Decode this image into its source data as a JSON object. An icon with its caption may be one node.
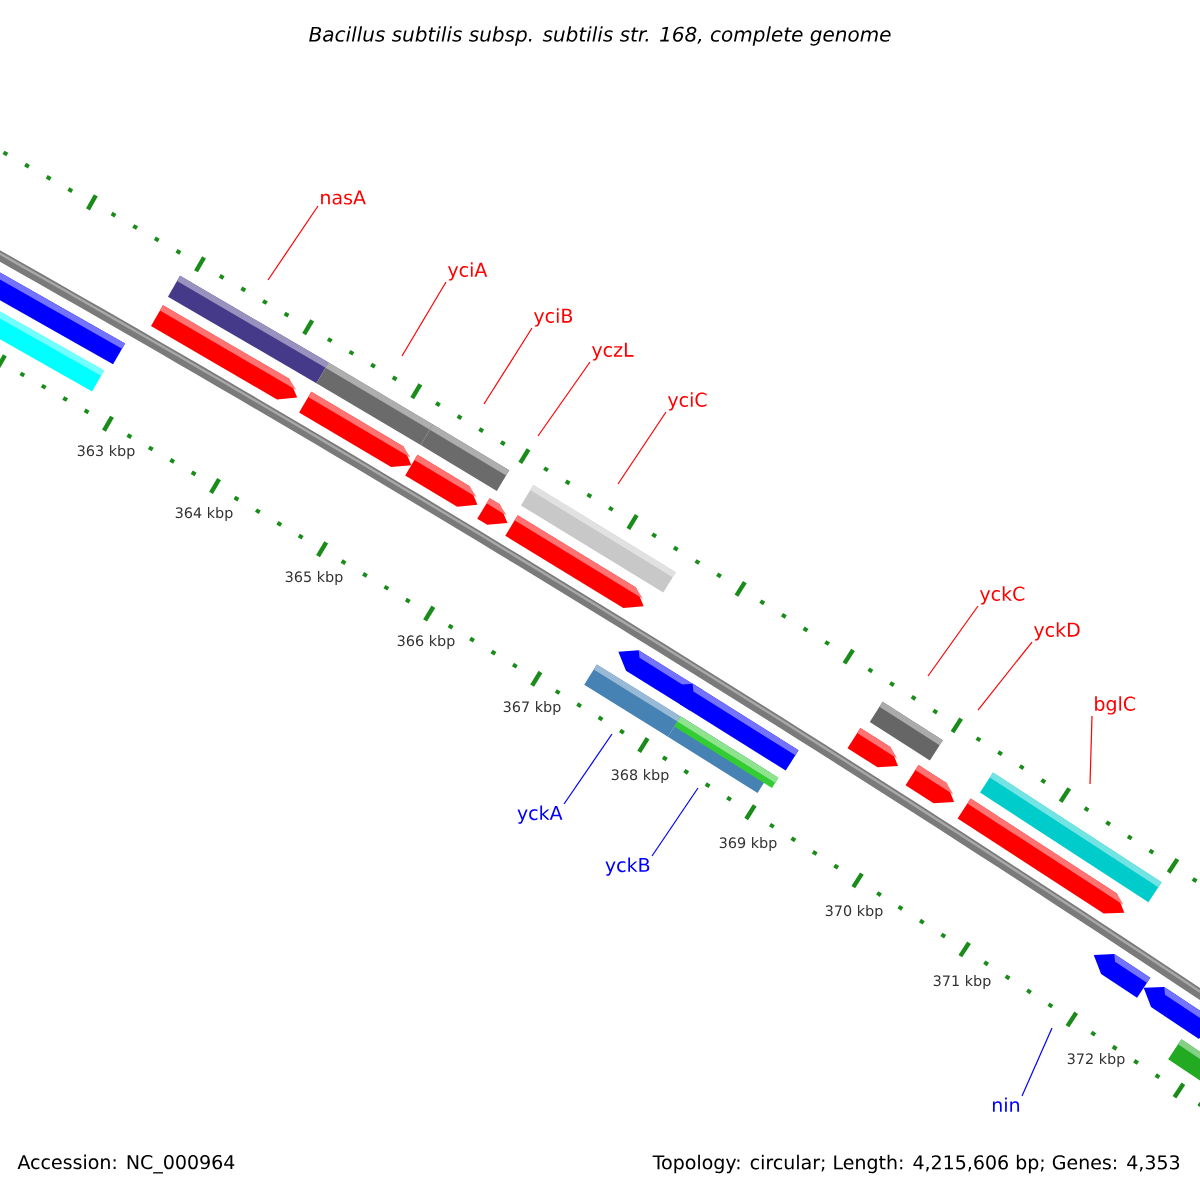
{
  "diagram": {
    "title": "Bacillus subtilis subsp. subtilis str. 168, complete genome",
    "nodes": [
      {
        "text": [
          "nasA"
        ]
      },
      {
        "text": [
          "yciA"
        ]
      },
      {
        "text": [
          "yciB"
        ]
      },
      {
        "text": [
          "yczL"
        ]
      },
      {
        "text": [
          "yciC"
        ]
      },
      {
        "text": [
          "yckC"
        ]
      },
      {
        "text": [
          "yckD"
        ]
      },
      {
        "text": [
          "bglC"
        ]
      },
      {
        "text": [
          "yckA"
        ]
      },
      {
        "text": [
          "yckB"
        ]
      },
      {
        "text": [
          "nin"
        ]
      }
    ],
    "edges": [
      {
        "from": 0,
        "to": null,
        "arrow": "none"
      },
      {
        "from": 1,
        "to": null,
        "arrow": "none"
      },
      {
        "from": 2,
        "to": null,
        "arrow": "none"
      },
      {
        "from": 3,
        "to": null,
        "arrow": "none"
      },
      {
        "from": 4,
        "to": null,
        "arrow": "none"
      },
      {
        "from": 5,
        "to": null,
        "arrow": "none"
      },
      {
        "from": 6,
        "to": null,
        "arrow": "none"
      },
      {
        "from": 7,
        "to": null,
        "arrow": "none"
      },
      {
        "from": 8,
        "to": null,
        "arrow": "none",
        "color": "#0000ff"
      },
      {
        "from": 9,
        "to": null,
        "arrow": "none",
        "color": "#0000ff"
      },
      {
        "from": 10,
        "to": null,
        "arrow": "none",
        "color": "#0000ff"
      }
    ],
    "labels": [
      "363 kbp",
      "364 kbp",
      "365 kbp",
      "366 kbp",
      "367 kbp",
      "368 kbp",
      "369 kbp",
      "370 kbp",
      "371 kbp",
      "372 kbp",
      "Accession: NC_000964",
      "Topology: circular; Length: 4,215,606 bp; Genes: 4,353"
    ]
  }
}
